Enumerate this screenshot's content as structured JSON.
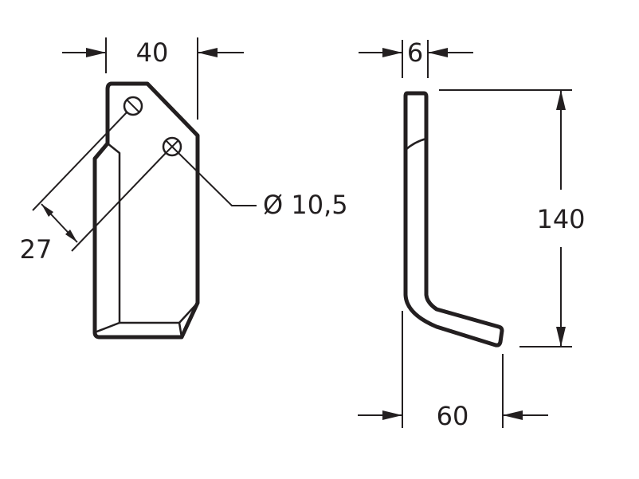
{
  "diagram": {
    "front_view": {
      "width_label": "40",
      "hole_spacing_label": "27",
      "hole_diameter_label": "Ø 10,5"
    },
    "side_view": {
      "thickness_label": "6",
      "height_label": "140",
      "offset_label": "60"
    }
  }
}
